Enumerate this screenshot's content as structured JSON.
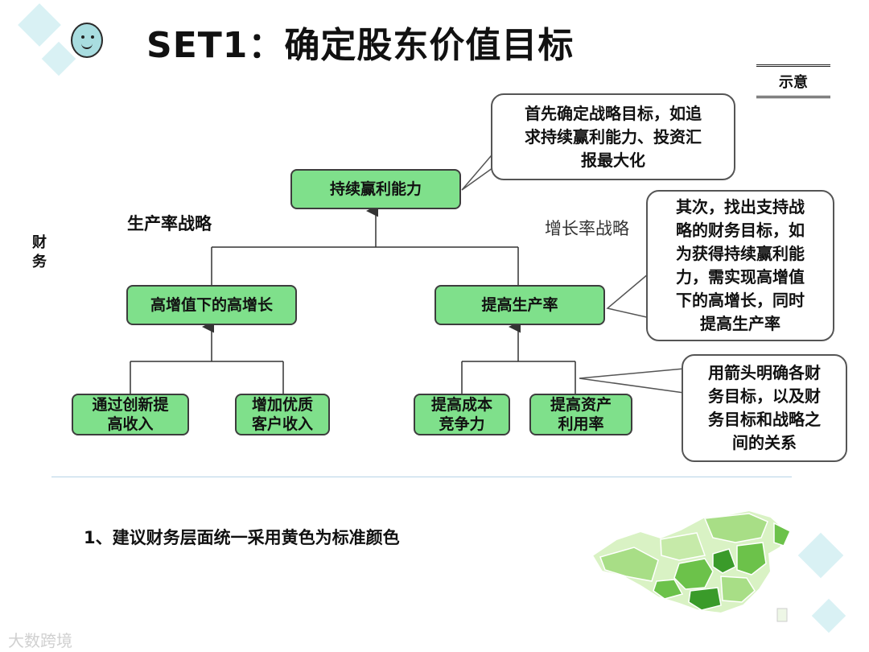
{
  "header": {
    "title": "SET1：确定股东价值目标",
    "badge": "示意"
  },
  "side_label": "财务",
  "diagram": {
    "top": "持续赢利能力",
    "left_strategy_label": "生产率战略",
    "right_strategy_label": "增长率战略",
    "mid_left": "高增值下的高增长",
    "mid_right": "提高生产率",
    "leaves": [
      {
        "line1": "通过创新提",
        "line2": "高收入"
      },
      {
        "line1": "增加优质",
        "line2": "客户收入"
      },
      {
        "line1": "提高成本",
        "line2": "竞争力"
      },
      {
        "line1": "提高资产",
        "line2": "利用率"
      }
    ]
  },
  "callouts": [
    {
      "lines": [
        "首先确定战略目标，如追",
        "求持续赢利能力、投资汇",
        "报最大化"
      ]
    },
    {
      "lines": [
        "其次，找出支持战",
        "略的财务目标，如",
        "为获得持续赢利能",
        "力，需实现高增值",
        "下的高增长，同时",
        "提高生产率"
      ]
    },
    {
      "lines": [
        "用箭头明确各财",
        "务目标，以及财",
        "务目标和战略之",
        "间的关系"
      ]
    }
  ],
  "note": "1、建议财务层面统一采用黄色为标准颜色",
  "watermark": "大数跨境",
  "colors": {
    "box_fill": "#7fe08b",
    "map_greens": [
      "#d9f2c4",
      "#a8de86",
      "#6cc24a",
      "#3a9b2a"
    ]
  }
}
